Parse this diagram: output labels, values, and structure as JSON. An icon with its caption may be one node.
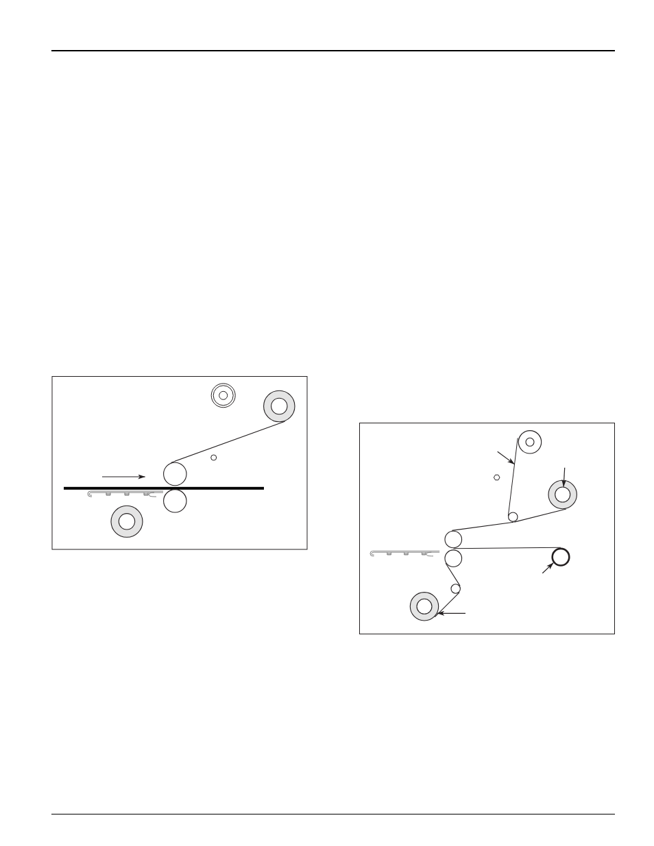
{
  "diagram": {
    "nodes": [
      {
        "text": [],
        "shape": "circle"
      },
      {
        "text": [],
        "shape": "circle"
      },
      {
        "text": [],
        "shape": "circle",
        "in": 1
      },
      {
        "text": [],
        "shape": "circle"
      },
      {
        "text": [],
        "shape": "circle"
      },
      {
        "text": [],
        "shape": "circle"
      },
      {
        "text": [],
        "shape": "circle"
      },
      {
        "text": [],
        "shape": "circle",
        "in": 6
      },
      {
        "text": [],
        "shape": "circle"
      },
      {
        "text": [],
        "shape": "line"
      },
      {
        "text": [],
        "shape": "hexagon"
      },
      {
        "text": [],
        "shape": "circle"
      },
      {
        "text": [],
        "shape": "circle",
        "in": 11
      },
      {
        "text": [],
        "shape": "circle"
      },
      {
        "text": [],
        "shape": "circle"
      },
      {
        "text": [],
        "shape": "circle"
      },
      {
        "text": [],
        "shape": "circle"
      },
      {
        "text": [],
        "shape": "circle"
      },
      {
        "text": [],
        "shape": "circle"
      },
      {
        "text": [],
        "shape": "circle",
        "in": 18
      }
    ],
    "edges": [
      {
        "from": null,
        "to": 9,
        "arrow": "to"
      },
      {
        "from": null,
        "to": 12,
        "arrow": "to"
      },
      {
        "from": null,
        "to": 16,
        "arrow": "to"
      },
      {
        "from": null,
        "to": 18,
        "arrow": "to"
      },
      {
        "from": 1,
        "to": 4,
        "arrow": "none"
      },
      {
        "from": 11,
        "to": 13,
        "arrow": "none"
      },
      {
        "from": 13,
        "to": 14,
        "arrow": "none"
      },
      {
        "from": 14,
        "to": 16,
        "arrow": "none"
      },
      {
        "from": 15,
        "to": 17,
        "arrow": "none"
      },
      {
        "from": 17,
        "to": 18,
        "arrow": "none"
      }
    ]
  }
}
